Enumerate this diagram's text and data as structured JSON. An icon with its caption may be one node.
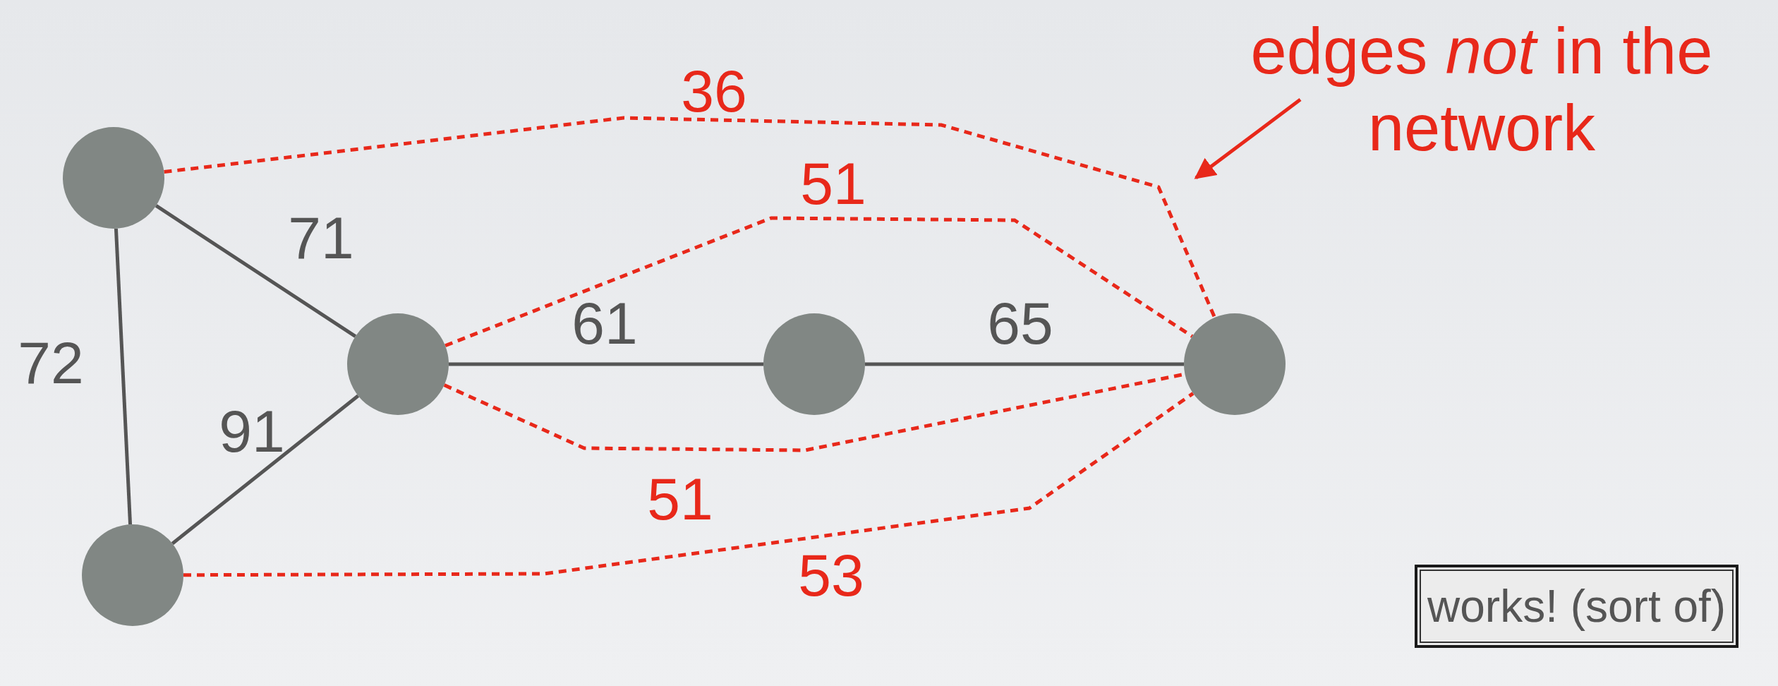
{
  "diagram": {
    "nodes": [
      {
        "text": [],
        "shape": "circle"
      },
      {
        "text": [],
        "shape": "circle"
      },
      {
        "text": [],
        "shape": "circle"
      },
      {
        "text": [],
        "shape": "circle"
      },
      {
        "text": [],
        "shape": "circle"
      },
      {
        "text": [
          "edges *not* in the network"
        ]
      },
      {
        "text": [
          "works! (sort of)"
        ]
      }
    ],
    "edges": [
      {
        "from": 0,
        "to": 1,
        "arrow": "none",
        "label": "71"
      },
      {
        "from": 0,
        "to": 4,
        "arrow": "none",
        "label": "72"
      },
      {
        "from": 4,
        "to": 1,
        "arrow": "none",
        "label": "91"
      },
      {
        "from": 1,
        "to": 2,
        "arrow": "none",
        "label": "61"
      },
      {
        "from": 2,
        "to": 3,
        "arrow": "none",
        "label": "65"
      },
      {
        "from": 0,
        "to": 3,
        "arrow": "none",
        "label": "36",
        "style": "dashed",
        "color": "#e8281a"
      },
      {
        "from": 1,
        "to": 3,
        "arrow": "none",
        "label": "51",
        "style": "dashed",
        "color": "#e8281a"
      },
      {
        "from": 1,
        "to": 3,
        "arrow": "none",
        "label": "51",
        "style": "dashed",
        "color": "#e8281a"
      },
      {
        "from": 4,
        "to": 3,
        "arrow": "none",
        "label": "53",
        "style": "dashed",
        "color": "#e8281a"
      },
      {
        "from": 5,
        "to": null,
        "arrow": "to",
        "color": "#e8281a"
      }
    ]
  }
}
